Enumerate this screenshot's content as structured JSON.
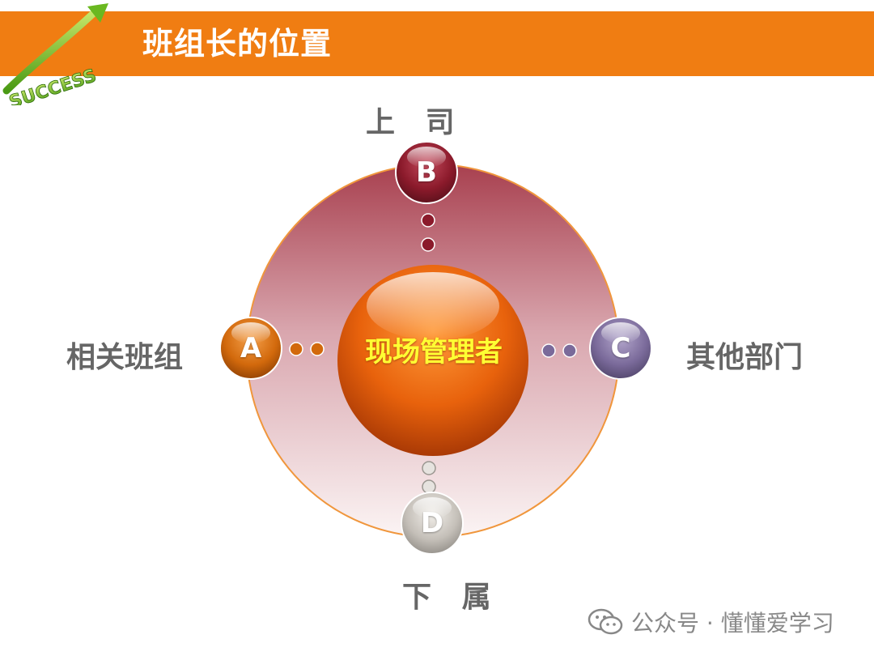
{
  "header": {
    "title": "班组长的位置",
    "logo_text": "SUCCESS",
    "bar_color": "#f07d12"
  },
  "diagram": {
    "center": {
      "label": "现场管理者",
      "color": "#e8620c"
    },
    "nodes": {
      "top": {
        "letter": "B",
        "label": "上   司",
        "color": "#8b1a2b"
      },
      "left": {
        "letter": "A",
        "label": "相关班组",
        "color": "#d2690c"
      },
      "right": {
        "letter": "C",
        "label": "其他部门",
        "color": "#7a6a9a"
      },
      "bottom": {
        "letter": "D",
        "label": "下   属",
        "color": "#b0aca6"
      }
    },
    "ring_color": "#a8404f"
  },
  "watermark": {
    "icon": "wechat-icon",
    "text": "公众号 · 懂懂爱学习"
  }
}
